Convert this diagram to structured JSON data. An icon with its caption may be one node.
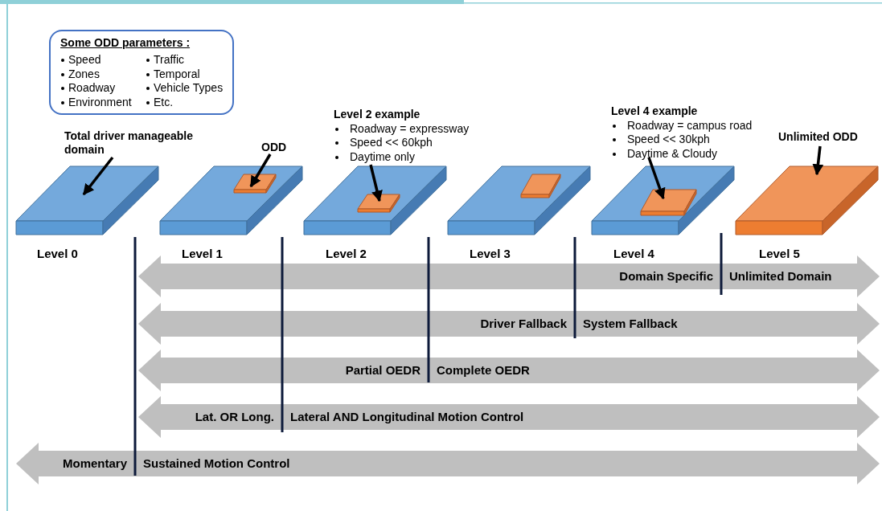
{
  "diagram": {
    "nodes": [
      {
        "text": [
          "Some ODD parameters :",
          "Speed",
          "Zones",
          "Roadway",
          "Environment",
          "Traffic",
          "Temporal",
          "Vehicle Types",
          "Etc."
        ]
      },
      {
        "text": [
          "Total driver manageable domain"
        ]
      },
      {
        "text": [],
        "shape": "box"
      },
      {
        "text": [
          "ODD"
        ]
      },
      {
        "text": [],
        "shape": "box"
      },
      {
        "text": [],
        "shape": "box",
        "in": 4
      },
      {
        "text": [
          "Level 2 example",
          "Roadway = expressway",
          "Speed << 60kph",
          "Daytime only"
        ]
      },
      {
        "text": [],
        "shape": "box"
      },
      {
        "text": [],
        "shape": "box",
        "in": 7
      },
      {
        "text": [],
        "shape": "box"
      },
      {
        "text": [],
        "shape": "box",
        "in": 9
      },
      {
        "text": [
          "Level 4 example",
          "Roadway = campus road",
          "Speed << 30kph",
          "Daytime & Cloudy"
        ]
      },
      {
        "text": [],
        "shape": "box"
      },
      {
        "text": [],
        "shape": "box",
        "in": 12
      },
      {
        "text": [
          "Unlimited ODD"
        ]
      },
      {
        "text": [],
        "shape": "box"
      },
      {
        "text": [
          "Domain Specific",
          "Unlimited Domain"
        ]
      },
      {
        "text": [
          "Driver Fallback",
          "System Fallback"
        ]
      },
      {
        "text": [
          "Partial OEDR",
          "Complete OEDR"
        ]
      },
      {
        "text": [
          "Lat. OR Long.",
          "Lateral AND Longitudinal Motion Control"
        ]
      },
      {
        "text": [
          "Momentary",
          "Sustained Motion Control"
        ]
      }
    ],
    "edges": [
      {
        "from": 1,
        "to": 2,
        "arrow": "to"
      },
      {
        "from": 3,
        "to": 5,
        "arrow": "to"
      },
      {
        "from": 6,
        "to": 8,
        "arrow": "to"
      },
      {
        "from": 11,
        "to": 13,
        "arrow": "to"
      },
      {
        "from": 14,
        "to": 15,
        "arrow": "to"
      }
    ],
    "labels": [
      "Level 0",
      "Level 1",
      "Level 2",
      "Level 3",
      "Level 4",
      "Level 5"
    ]
  }
}
